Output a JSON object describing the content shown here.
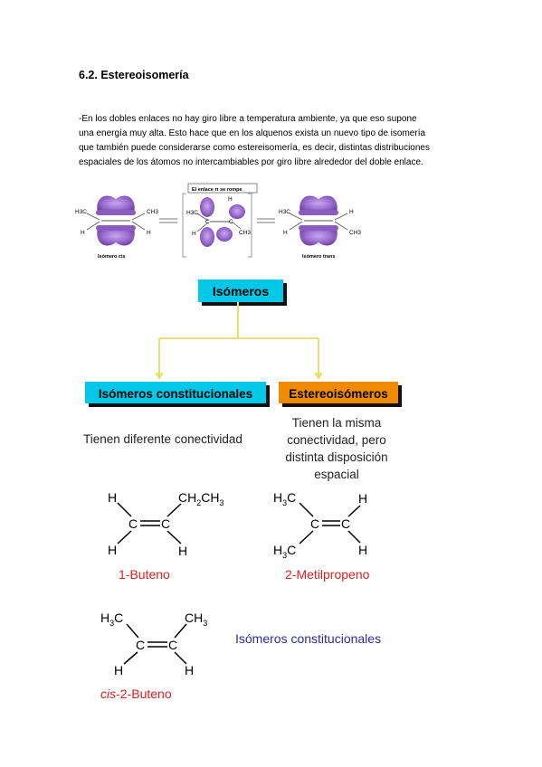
{
  "heading": "6.2. Estereoisomería",
  "paragraph_lines": [
    "-En los dobles enlaces no hay giro libre a temperatura ambiente, ya que eso supone",
    "una energía muy alta. Esto hace que en los alquenos exista un nuevo tipo de isomería",
    "que también puede considerarse como estereisomería, es decir, distintas distribuciones",
    "espaciales de los átomos no intercambiables por giro libre alrededor del doble enlace."
  ],
  "orbital_figure": {
    "cis_caption": "Isómero cis",
    "trans_caption": "Isómero trans",
    "break_caption": "El enlace π se rompe",
    "h3c": "H3C",
    "ch3": "CH3",
    "h": "H",
    "c": "C"
  },
  "diagram": {
    "root": "Isómeros",
    "left_box": "Isómeros constitucionales",
    "right_box": "Estereoisómeros",
    "left_desc": "Tienen diferente conectividad",
    "right_desc_lines": [
      "Tienen la misma",
      "conectividad, pero",
      "distinta disposición",
      "espacial"
    ]
  },
  "molecules": {
    "butene": {
      "name": "1-Buteno",
      "h": "H",
      "c": "C",
      "ch2": "CH",
      "sub2": "2",
      "ch3": "CH",
      "sub3": "3"
    },
    "methylpropene": {
      "name": "2-Metilpropeno",
      "h": "H",
      "c": "C",
      "hc": "H",
      "sub3": "3",
      "cc": "C"
    },
    "cis_butene": {
      "name_italic": "cis",
      "name_rest": "-2-Buteno",
      "h": "H",
      "c": "C",
      "hc": "H",
      "sub3": "3",
      "cc": "C",
      "ch": "CH"
    }
  },
  "isomer_label": "Isómeros constitucionales",
  "colors": {
    "purple": "#7b4fa8",
    "cyan": "#00c8e6",
    "orange": "#f08a00",
    "red": "#e02020",
    "blue": "#2c2ca0"
  }
}
